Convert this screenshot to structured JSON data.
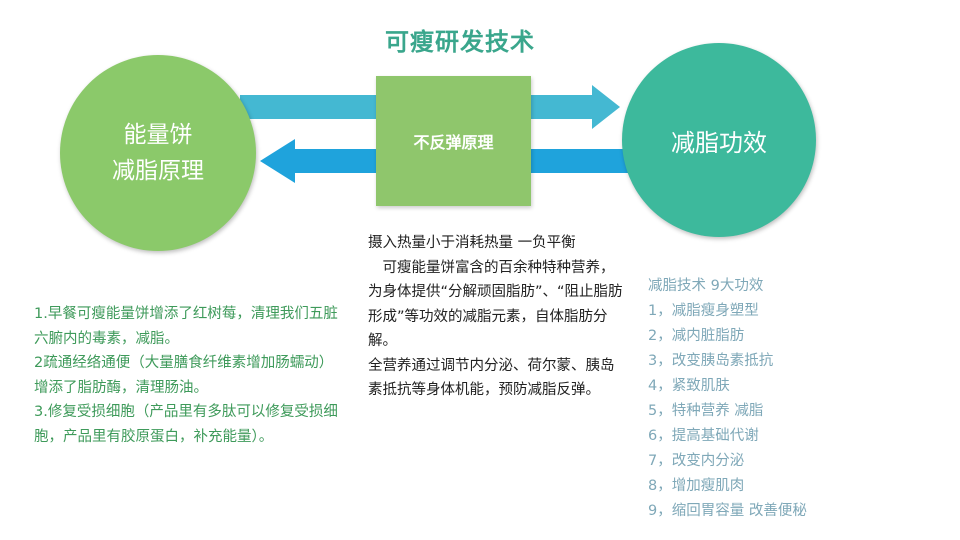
{
  "title": "可瘦研发技术",
  "colors": {
    "title": "#3aa68c",
    "left_circle": "#8bc96a",
    "right_circle": "#3db99c",
    "center_box": "#8fc66c",
    "arrow_top": "#44b8d2",
    "arrow_bottom": "#1fa3dc",
    "left_text": "#3e9a5a",
    "right_list": "#7fa8b8"
  },
  "left_circle": {
    "line1": "能量饼",
    "line2": "减脂原理"
  },
  "right_circle": {
    "label": "减脂功效"
  },
  "center_box": {
    "label": "不反弹原理"
  },
  "arrows": [
    {
      "name": "arrow-right",
      "direction": "left-to-right"
    },
    {
      "name": "arrow-left",
      "direction": "right-to-left"
    }
  ],
  "middle_text": [
    "摄入热量小于消耗热量 一负平衡",
    "　可瘦能量饼富含的百余种特种营养，为身体提供“分解顽固脂肪”、“阻止脂肪形成”等功效的减脂元素，自体脂肪分解。",
    "全营养通过调节内分泌、荷尔蒙、胰岛素抵抗等身体机能，预防减脂反弹。"
  ],
  "left_text": [
    "1.早餐可瘦能量饼增添了红树莓，清理我们五脏六腑内的毒素，减脂。",
    "2疏通经络通便（大量膳食纤维素增加肠蠕动）增添了脂肪酶，清理肠油。",
    "3.修复受损细胞（产品里有多肽可以修复受损细胞，产品里有胶原蛋白，补充能量）。"
  ],
  "right_list": {
    "heading": "减脂技术 9大功效",
    "items": [
      "1，减脂瘦身塑型",
      "2，减内脏脂肪",
      "3，改变胰岛素抵抗",
      "4，紧致肌肤",
      "5，特种营养 减脂",
      "6，提高基础代谢",
      "7，改变内分泌",
      "8，增加瘦肌肉",
      "9，缩回胃容量 改善便秘"
    ]
  }
}
